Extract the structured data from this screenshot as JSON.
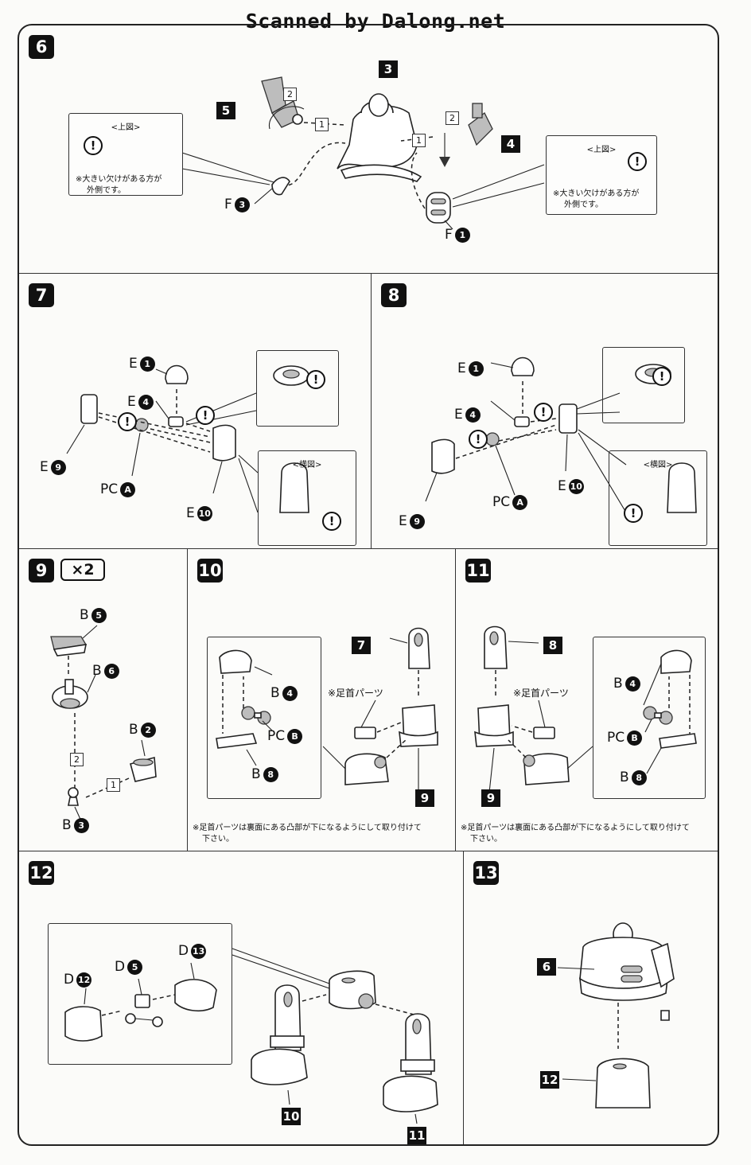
{
  "watermark": "Scanned by Dalong.net",
  "steps": {
    "s6": {
      "number": "6",
      "refs": [
        "3",
        "4",
        "5"
      ],
      "parts": {
        "f3_letter": "F",
        "f3_num": "3",
        "f1_letter": "F",
        "f1_num": "1"
      },
      "order": [
        "1",
        "2",
        "1",
        "2"
      ],
      "inset_left": {
        "title": "<上図>",
        "note_line1": "※大きい欠けがある方が",
        "note_line2": "外側です。"
      },
      "inset_right": {
        "title": "<上図>",
        "note_line1": "※大きい欠けがある方が",
        "note_line2": "外側です。"
      }
    },
    "s7": {
      "number": "7",
      "parts": {
        "e1_letter": "E",
        "e1_num": "1",
        "e4_letter": "E",
        "e4_num": "4",
        "e9_letter": "E",
        "e9_num": "9",
        "pca_letter": "PC",
        "pca_num": "A",
        "e10_letter": "E",
        "e10_num": "10"
      },
      "inset_title": "<横図>"
    },
    "s8": {
      "number": "8",
      "parts": {
        "e1_letter": "E",
        "e1_num": "1",
        "e4_letter": "E",
        "e4_num": "4",
        "e10_letter": "E",
        "e10_num": "10",
        "pca_letter": "PC",
        "pca_num": "A",
        "e9_letter": "E",
        "e9_num": "9"
      },
      "inset_title": "<横図>"
    },
    "s9": {
      "number": "9",
      "multiplier": "×2",
      "parts": {
        "b5_letter": "B",
        "b5_num": "5",
        "b6_letter": "B",
        "b6_num": "6",
        "b2_letter": "B",
        "b2_num": "2",
        "b3_letter": "B",
        "b3_num": "3"
      },
      "order": [
        "2",
        "1"
      ]
    },
    "s10": {
      "number": "10",
      "refs": [
        "7",
        "9"
      ],
      "sub_label": "※足首パーツ",
      "parts": {
        "b4_letter": "B",
        "b4_num": "4",
        "pcb_letter": "PC",
        "pcb_num": "B",
        "b8_letter": "B",
        "b8_num": "8"
      },
      "note_line1": "※足首パーツは裏面にある凸部が下になるようにして取り付けて",
      "note_line2": "下さい。"
    },
    "s11": {
      "number": "11",
      "refs": [
        "8",
        "9"
      ],
      "sub_label": "※足首パーツ",
      "parts": {
        "b4_letter": "B",
        "b4_num": "4",
        "pcb_letter": "PC",
        "pcb_num": "B",
        "b8_letter": "B",
        "b8_num": "8"
      },
      "note_line1": "※足首パーツは裏面にある凸部が下になるようにして取り付けて",
      "note_line2": "下さい。"
    },
    "s12": {
      "number": "12",
      "refs": [
        "10",
        "11"
      ],
      "parts": {
        "d13_letter": "D",
        "d13_num": "13",
        "d5_letter": "D",
        "d5_num": "5",
        "d12_letter": "D",
        "d12_num": "12"
      }
    },
    "s13": {
      "number": "13",
      "refs": [
        "6",
        "12"
      ]
    }
  }
}
